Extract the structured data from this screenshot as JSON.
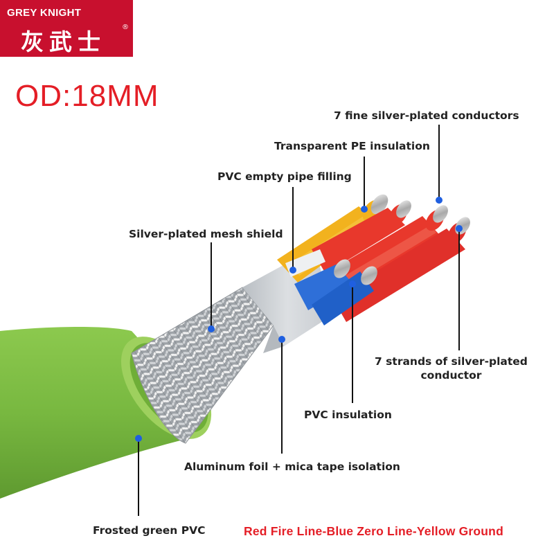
{
  "logo": {
    "english": "GREY KNIGHT",
    "chinese": "灰武士",
    "registered_mark": "®",
    "background_color": "#c8102e"
  },
  "spec": {
    "outer_diameter": "OD:18MM",
    "color": "#e41e26"
  },
  "labels": {
    "fine_conductors": "7 fine silver-plated conductors",
    "pe_insulation": "Transparent PE insulation",
    "pvc_filling": "PVC empty pipe filling",
    "mesh_shield": "Silver-plated mesh shield",
    "strands_line1": "7 strands of silver-plated",
    "strands_line2": "conductor",
    "pvc_insulation": "PVC insulation",
    "foil_tape": "Aluminum foil + mica tape isolation",
    "outer_jacket": "Frosted green PVC"
  },
  "legend": {
    "text": "Red Fire Line-Blue Zero Line-Yellow Ground"
  },
  "colors": {
    "jacket": "#78b840",
    "live_wire": "#e8382c",
    "neutral_wire": "#2e6fd8",
    "ground_wire": "#f2b21e",
    "shield": "#b8bcc0",
    "pointer_dot": "#1f5fe0"
  }
}
